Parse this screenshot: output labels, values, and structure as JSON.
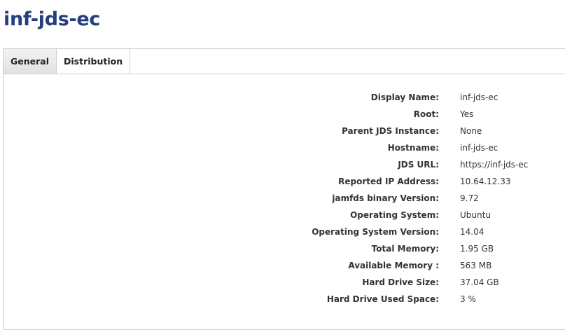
{
  "page_title": "inf-jds-ec",
  "tabs": [
    {
      "label": "General",
      "active": true
    },
    {
      "label": "Distribution",
      "active": false
    }
  ],
  "fields": [
    {
      "label": "Display Name:",
      "value": "inf-jds-ec"
    },
    {
      "label": "Root:",
      "value": "Yes"
    },
    {
      "label": "Parent JDS Instance:",
      "value": "None"
    },
    {
      "label": "Hostname:",
      "value": "inf-jds-ec"
    },
    {
      "label": "JDS URL:",
      "value": "https://inf-jds-ec"
    },
    {
      "label": "Reported IP Address:",
      "value": "10.64.12.33"
    },
    {
      "label": "jamfds binary Version:",
      "value": "9.72"
    },
    {
      "label": "Operating System:",
      "value": "Ubuntu"
    },
    {
      "label": "Operating System Version:",
      "value": "14.04"
    },
    {
      "label": "Total Memory:",
      "value": "1.95 GB"
    },
    {
      "label": "Available Memory :",
      "value": "563 MB"
    },
    {
      "label": "Hard Drive Size:",
      "value": "37.04 GB"
    },
    {
      "label": "Hard Drive Used Space:",
      "value": "3 %"
    }
  ]
}
